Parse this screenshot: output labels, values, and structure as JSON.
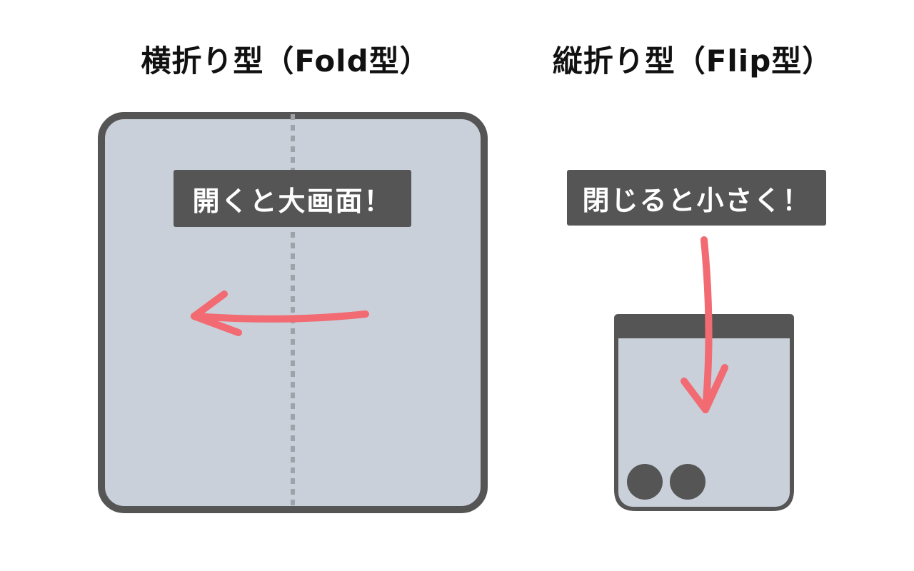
{
  "fold": {
    "title": "横折り型（Fold型）",
    "caption": "開くと大画面！"
  },
  "flip": {
    "title": "縦折り型（Flip型）",
    "caption": "閉じると小さく！"
  },
  "colors": {
    "device_frame": "#555555",
    "screen": "#c9d0d9",
    "hinge": "#9ea3a8",
    "arrow": "#f26a72",
    "label_bg": "#555555",
    "label_text": "#ffffff"
  }
}
